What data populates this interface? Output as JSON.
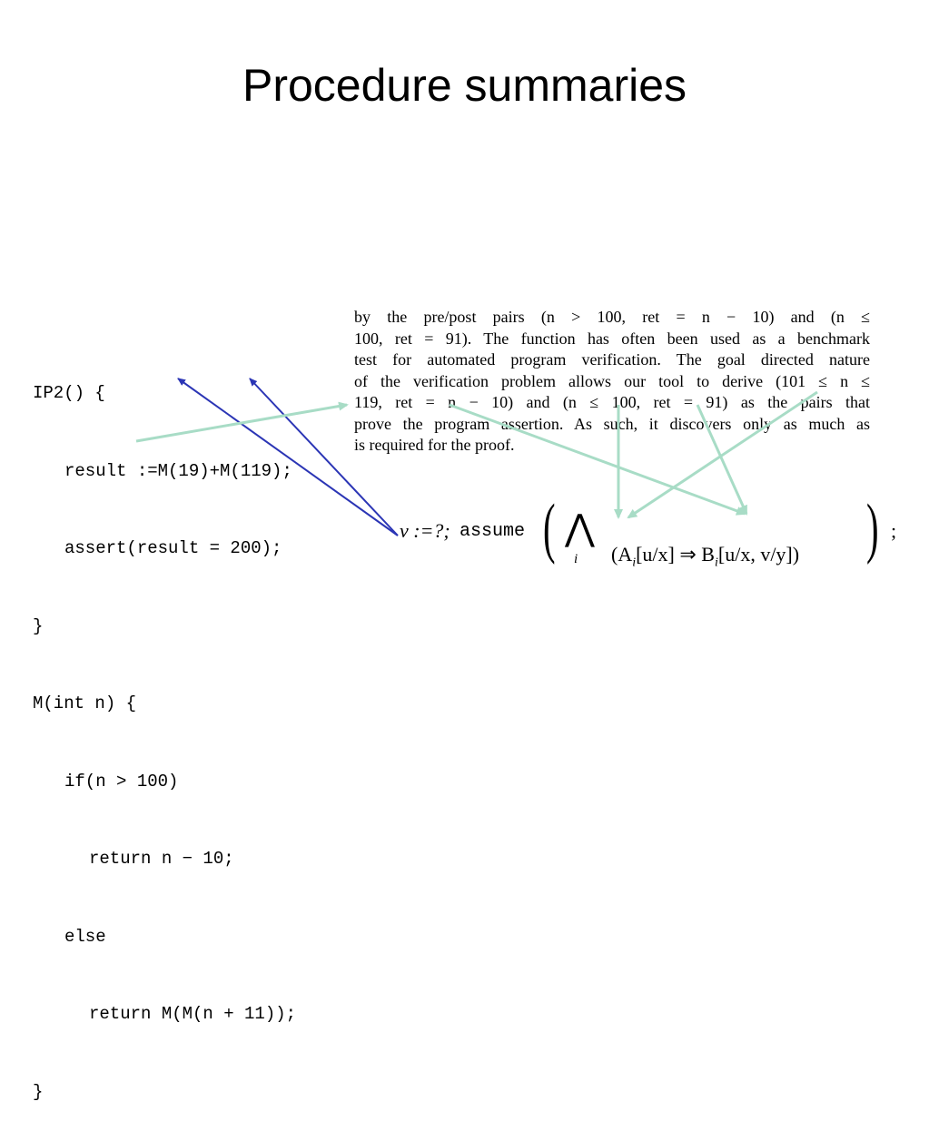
{
  "slide": {
    "title": "Procedure summaries"
  },
  "code": {
    "lines": [
      "IP2() {",
      "result :=M(19)+M(119);",
      "assert(result = 200);",
      "}",
      "M(int n) {",
      "if(n > 100)",
      "return n − 10;",
      "else",
      "return M(M(n + 11));",
      "}"
    ]
  },
  "paragraph": {
    "lines": [
      "by the pre/post pairs (n > 100, ret = n − 10) and (n ≤",
      "100, ret = 91). The function has often been used as a benchmark",
      "test for automated program verification. The goal directed nature",
      "of the verification problem allows our tool to derive (101 ≤ n ≤",
      "119, ret = n − 10) and (n ≤ 100, ret = 91) as the pairs that",
      "prove the program assertion. As such, it discovers only as much as",
      "is required for the proof."
    ]
  },
  "formula": {
    "v_assign": "v :=?;",
    "assume": "assume",
    "open_paren": "(",
    "big_and": "⋀",
    "subscript": "i",
    "body": "(A",
    "body_sub": "i",
    "mid": "[u/x] ⇒ B",
    "mid_sub": "i",
    "tail": "[u/x, v/y])",
    "close_paren": ")",
    "semicolon": ";"
  },
  "colors": {
    "blue_arrow": "#2b35b5",
    "green_arrow": "#a8dcc6"
  }
}
